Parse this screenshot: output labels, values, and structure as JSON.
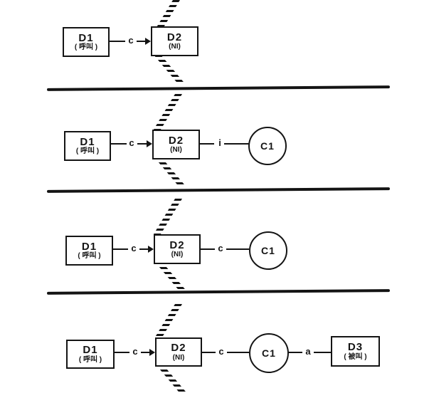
{
  "diagram": {
    "description": "Four-stage call connection diagram separated by horizontal rules; a dashed network-interface boundary crosses D2 in every stage",
    "ink_color": "#141414",
    "background_color": "#ffffff",
    "panels": [
      {
        "name": "stage-1",
        "nodes": {
          "d1": {
            "title": "D1",
            "subtitle": "( 呼叫 )"
          },
          "d2": {
            "title": "D2",
            "subtitle": "(NI)"
          }
        },
        "links": {
          "d1_d2": "c"
        }
      },
      {
        "name": "stage-2",
        "nodes": {
          "d1": {
            "title": "D1",
            "subtitle": "( 呼叫 )"
          },
          "d2": {
            "title": "D2",
            "subtitle": "(NI)"
          },
          "c1": {
            "title": "C1"
          }
        },
        "links": {
          "d1_d2": "c",
          "d2_c1": "i"
        }
      },
      {
        "name": "stage-3",
        "nodes": {
          "d1": {
            "title": "D1",
            "subtitle": "( 呼叫 )"
          },
          "d2": {
            "title": "D2",
            "subtitle": "(NI)"
          },
          "c1": {
            "title": "C1"
          }
        },
        "links": {
          "d1_d2": "c",
          "d2_c1": "c"
        }
      },
      {
        "name": "stage-4",
        "nodes": {
          "d1": {
            "title": "D1",
            "subtitle": "( 呼叫 )"
          },
          "d2": {
            "title": "D2",
            "subtitle": "(NI)"
          },
          "c1": {
            "title": "C1"
          },
          "d3": {
            "title": "D3",
            "subtitle": "( 被叫 )"
          }
        },
        "links": {
          "d1_d2": "c",
          "d2_c1": "c",
          "c1_d3": "a"
        }
      }
    ]
  }
}
